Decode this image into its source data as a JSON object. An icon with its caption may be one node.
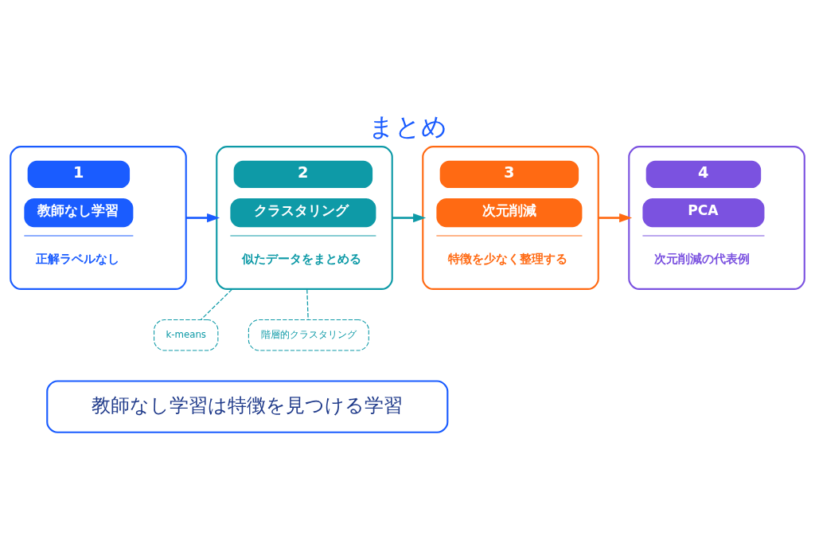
{
  "diagram": {
    "title": "まとめ",
    "nodes": [
      {
        "text": [
          "1",
          "教師なし学習",
          "正解ラベルなし"
        ]
      },
      {
        "text": [
          "2",
          "クラスタリング",
          "似たデータをまとめる"
        ]
      },
      {
        "text": [
          "3",
          "次元削減",
          "特徴を少なく整理する"
        ]
      },
      {
        "text": [
          "4",
          "PCA",
          "次元削減の代表例"
        ]
      },
      {
        "text": [
          "k-means"
        ]
      },
      {
        "text": [
          "階層的クラスタリング"
        ]
      },
      {
        "text": [
          "教師なし学習は特徴を見つける学習"
        ]
      }
    ],
    "edges": [
      {
        "from": 0,
        "to": 1,
        "arrow": "to",
        "color": "#1a5cff"
      },
      {
        "from": 1,
        "to": 2,
        "arrow": "to",
        "color": "#0e9aa7"
      },
      {
        "from": 2,
        "to": 3,
        "arrow": "to",
        "color": "#ff6a13"
      },
      {
        "from": 1,
        "to": 4,
        "arrow": "none",
        "style": "dashed",
        "color": "#0e9aa7"
      },
      {
        "from": 1,
        "to": 5,
        "arrow": "none",
        "style": "dashed",
        "color": "#0e9aa7"
      }
    ]
  }
}
